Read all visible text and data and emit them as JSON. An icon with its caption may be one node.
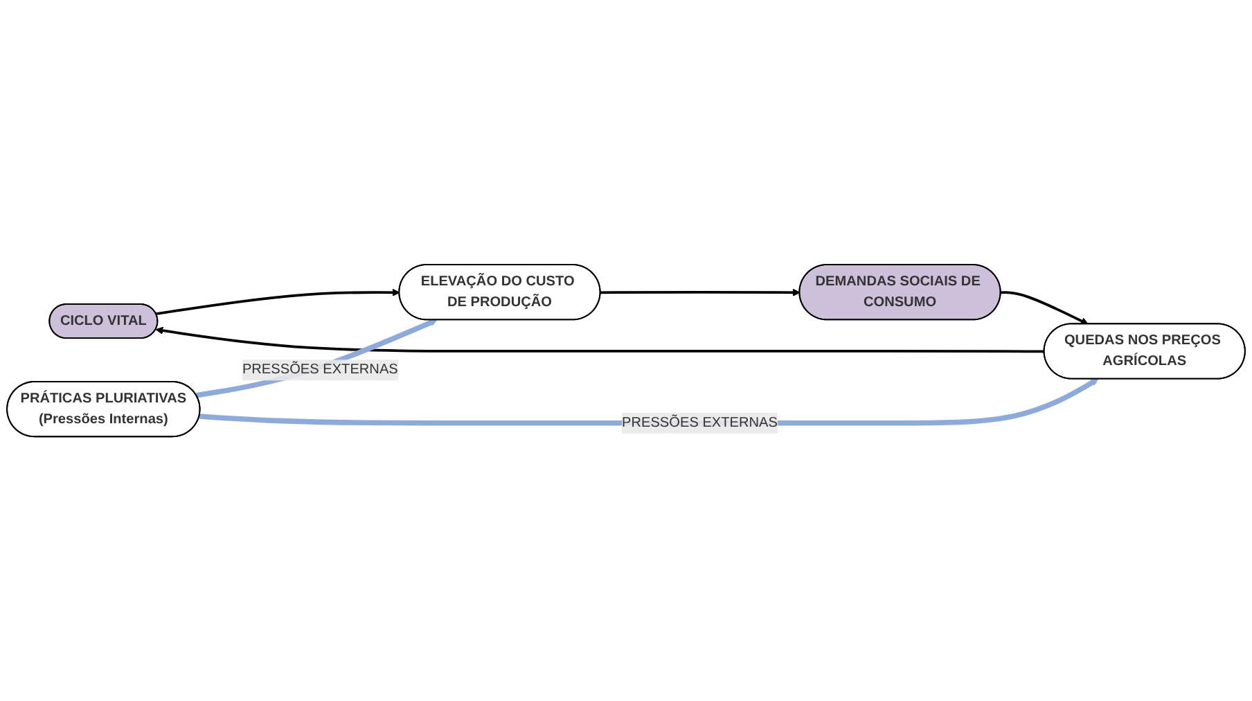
{
  "diagram": {
    "nodes": [
      {
        "text": [
          "CICLO VITAL"
        ]
      },
      {
        "text": [
          "ELEVAÇÃO DO CUSTO DE PRODUÇÃO"
        ]
      },
      {
        "text": [
          "PRÁTICAS PLURIATIVAS",
          "(Pressões Internas)"
        ]
      },
      {
        "text": [
          "QUEDAS NOS PREÇOS AGRÍCOLAS"
        ]
      },
      {
        "text": [
          "DEMANDAS SOCIAIS DE CONSUMO"
        ]
      }
    ],
    "edges": [
      {
        "from": 0,
        "to": 1,
        "arrow": "to"
      },
      {
        "from": 3,
        "to": 0,
        "arrow": "to"
      },
      {
        "from": 1,
        "to": 4,
        "arrow": "to"
      },
      {
        "from": 4,
        "to": 3,
        "arrow": "to"
      },
      {
        "from": 2,
        "to": 1,
        "arrow": "to",
        "label": "PRESSÕES EXTERNAS",
        "style": "thick",
        "color": "#8eaadb"
      },
      {
        "from": 2,
        "to": 3,
        "arrow": "to",
        "label": "PRESSÕES EXTERNAS",
        "style": "thick",
        "color": "#8eaadb"
      }
    ]
  }
}
